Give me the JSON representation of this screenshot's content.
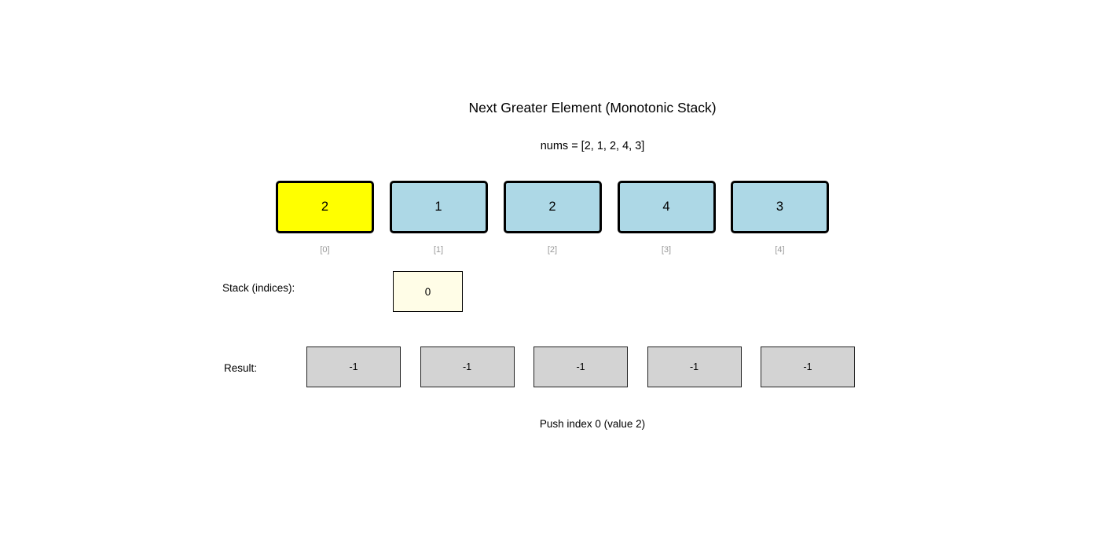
{
  "title": "Next Greater Element (Monotonic Stack)",
  "subtitle": "nums = [2, 1, 2, 4, 3]",
  "colors": {
    "highlight_fill": "#ffff00",
    "array_fill": "#add8e6",
    "stack_fill": "#fffde7",
    "result_fill": "#d3d3d3",
    "box_border": "#000000",
    "index_label": "#999999"
  },
  "array": {
    "cells": [
      {
        "value": "2",
        "index": "[0]",
        "highlighted": true
      },
      {
        "value": "1",
        "index": "[1]",
        "highlighted": false
      },
      {
        "value": "2",
        "index": "[2]",
        "highlighted": false
      },
      {
        "value": "4",
        "index": "[3]",
        "highlighted": false
      },
      {
        "value": "3",
        "index": "[4]",
        "highlighted": false
      }
    ]
  },
  "stack": {
    "label": "Stack (indices):",
    "items": [
      "0"
    ]
  },
  "result": {
    "label": "Result:",
    "values": [
      "-1",
      "-1",
      "-1",
      "-1",
      "-1"
    ]
  },
  "status": "Push index 0 (value 2)"
}
